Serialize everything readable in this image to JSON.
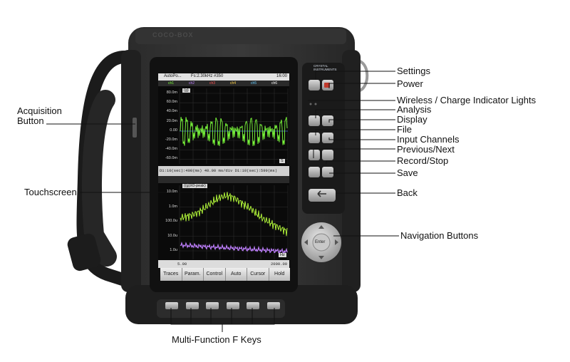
{
  "device": {
    "brand": "COCO-BOX",
    "logo": "CRYSTAL\nINSTRUMENTS",
    "enter_label": "Enter"
  },
  "screen": {
    "status_title": "AutoPo...",
    "status_info": "Fs:2.30kHz #350",
    "clock": "16:00",
    "channels": [
      "ch1",
      "ch2",
      "ch3",
      "ch4",
      "ch5",
      "ch6"
    ],
    "channel_colors": [
      "#7dff3c",
      "#c080ff",
      "#ff5555",
      "#ffd24a",
      "#66ccff",
      "#ffffff"
    ],
    "top_tag": "(g)",
    "top_ticks": [
      "80.0m",
      "60.0m",
      "40.0m",
      "20.0m",
      "0.00",
      "-20.0m",
      "-40.0m",
      "-60.0m"
    ],
    "top_caption": "D1:10(sec):400(ms)  40.00 ms/div  D1:10(sec):599(ms)",
    "top_corner": "S",
    "bottom_tag": "((g)X0-peak)",
    "bottom_ticks": [
      "10.0m",
      "1.0m",
      "100.0u",
      "10.0u",
      "1.0u"
    ],
    "bottom_x_ticks": [
      "5.00",
      "2000.00"
    ],
    "bottom_corner": "Hz",
    "softkeys": [
      "Traces",
      "Param.",
      "Control",
      "Auto",
      "Cursor",
      "Hold"
    ],
    "trace_color": "#7dff3c",
    "spectrum_color": "#b8ff3c",
    "floor_color": "#c080ff"
  },
  "callouts": {
    "acquisition_button": "Acquisition\nButton",
    "touchscreen": "Touchscreen",
    "multi_function_f_keys": "Multi-Function F Keys",
    "settings": "Settings",
    "power": "Power",
    "wireless_charge": "Wireless / Charge Indicator Lights",
    "analysis": "Analysis",
    "display": "Display",
    "file": "File",
    "input_channels": "Input Channels",
    "previous_next": "Previous/Next",
    "record_stop": "Record/Stop",
    "save": "Save",
    "back": "Back",
    "navigation_buttons": "Navigation Buttons"
  }
}
